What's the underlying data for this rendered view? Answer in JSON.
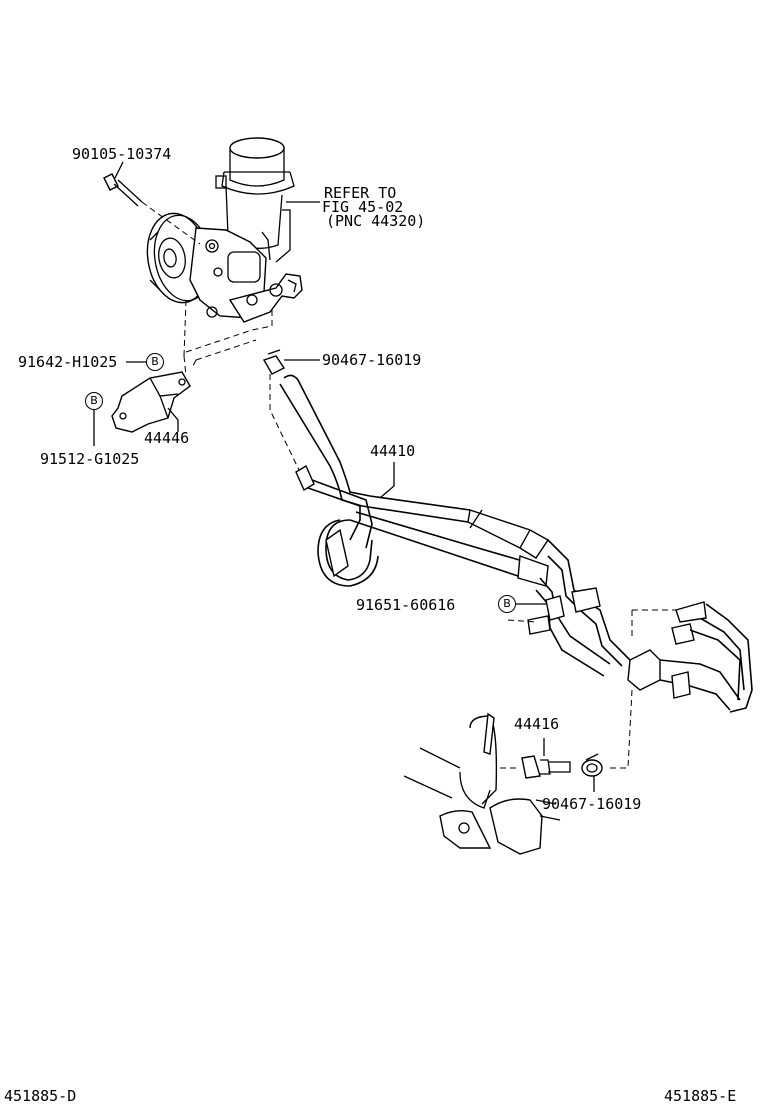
{
  "labels": {
    "bolt_pump": "90105-10374",
    "refer_line1": "REFER TO",
    "refer_line2": "FIG 45-02",
    "refer_line3": "(PNC 44320)",
    "bracket_bolt": "91642-H1025",
    "bracket_bolt_ref": "B",
    "bracket": "44446",
    "bolt_b2_ref": "B",
    "bolt_b2": "91512-G1025",
    "gasket_top": "90467-16019",
    "hose_assembly": "44410",
    "clamp_bolt": "91651-60616",
    "clamp_bolt_ref": "B",
    "union_bolt": "44416",
    "gasket_bottom": "90467-16019",
    "footer_left": "451885-D",
    "footer_right": "451885-E"
  }
}
